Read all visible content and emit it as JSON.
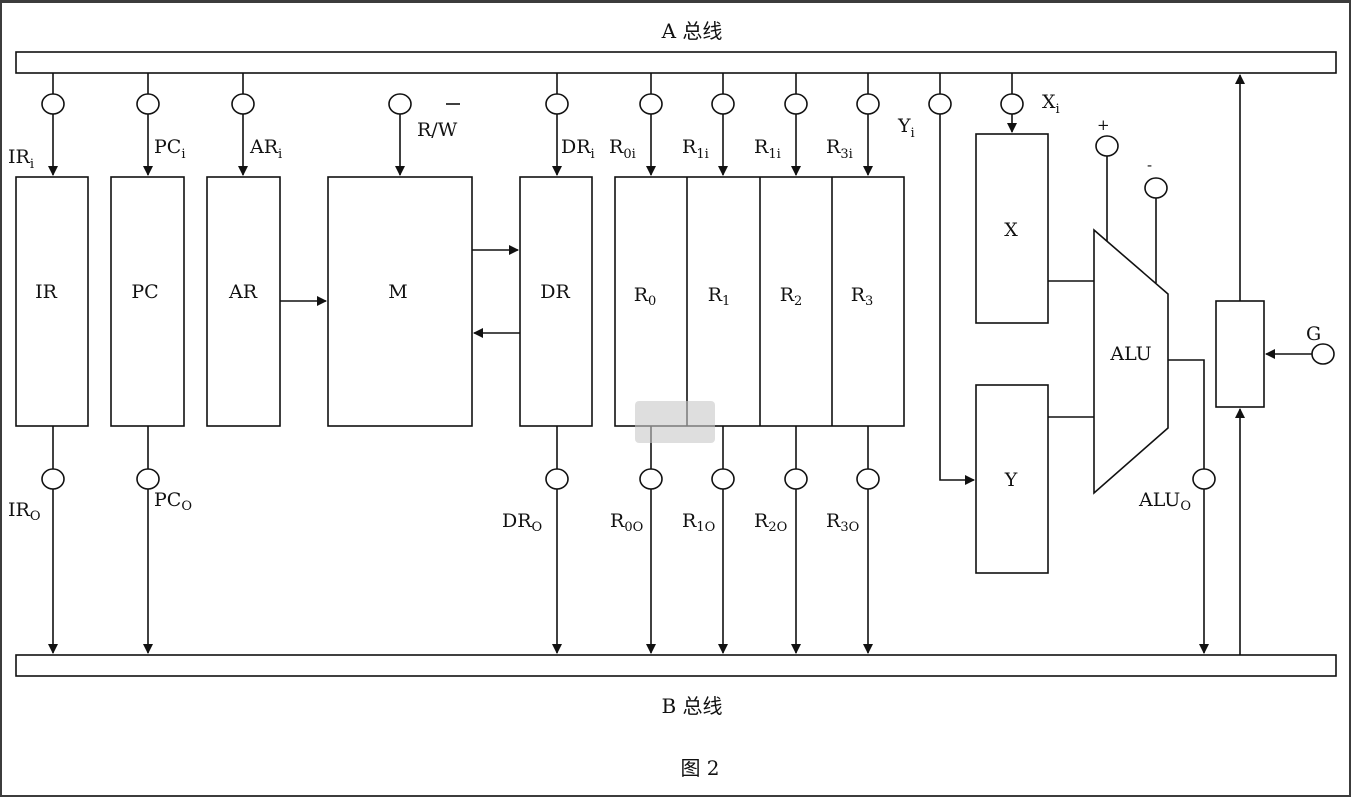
{
  "diagram": {
    "bus_a_label": "A 总线",
    "bus_b_label": "B 总线",
    "figure_caption": "图 2",
    "components": {
      "ir": "IR",
      "pc": "PC",
      "ar": "AR",
      "m": "M",
      "dr": "DR",
      "r0": {
        "base": "R",
        "sub": "0"
      },
      "r1": {
        "base": "R",
        "sub": "1"
      },
      "r2": {
        "base": "R",
        "sub": "2"
      },
      "r3": {
        "base": "R",
        "sub": "3"
      },
      "x": "X",
      "y": "Y",
      "alu": "ALU"
    },
    "control_signals": {
      "ir_in": {
        "base": "IR",
        "sub": "i"
      },
      "pc_in": {
        "base": "PC",
        "sub": "i"
      },
      "ar_in": {
        "base": "AR",
        "sub": "i"
      },
      "rw": {
        "r": "R/",
        "w": "W"
      },
      "dr_in": {
        "base": "DR",
        "sub": "i"
      },
      "r0_in": {
        "base": "R",
        "sub": "0i"
      },
      "r1_in": {
        "base": "R",
        "sub": "1i"
      },
      "r2_in": {
        "base": "R",
        "sub": "1i"
      },
      "r3_in": {
        "base": "R",
        "sub": "3i"
      },
      "y_in": {
        "base": "Y",
        "sub": "i"
      },
      "x_in": {
        "base": "X",
        "sub": "i"
      },
      "plus": "+",
      "minus": "-",
      "g": "G",
      "ir_out": {
        "base": "IR",
        "sub": "O"
      },
      "pc_out": {
        "base": "PC",
        "sub": "O"
      },
      "dr_out": {
        "base": "DR",
        "sub": "O"
      },
      "r0_out": {
        "base": "R",
        "sub": "0O"
      },
      "r1_out": {
        "base": "R",
        "sub": "1O"
      },
      "r2_out": {
        "base": "R",
        "sub": "2O"
      },
      "r3_out": {
        "base": "R",
        "sub": "3O"
      },
      "alu_out": {
        "base": "ALU",
        "sub": "O"
      }
    }
  }
}
